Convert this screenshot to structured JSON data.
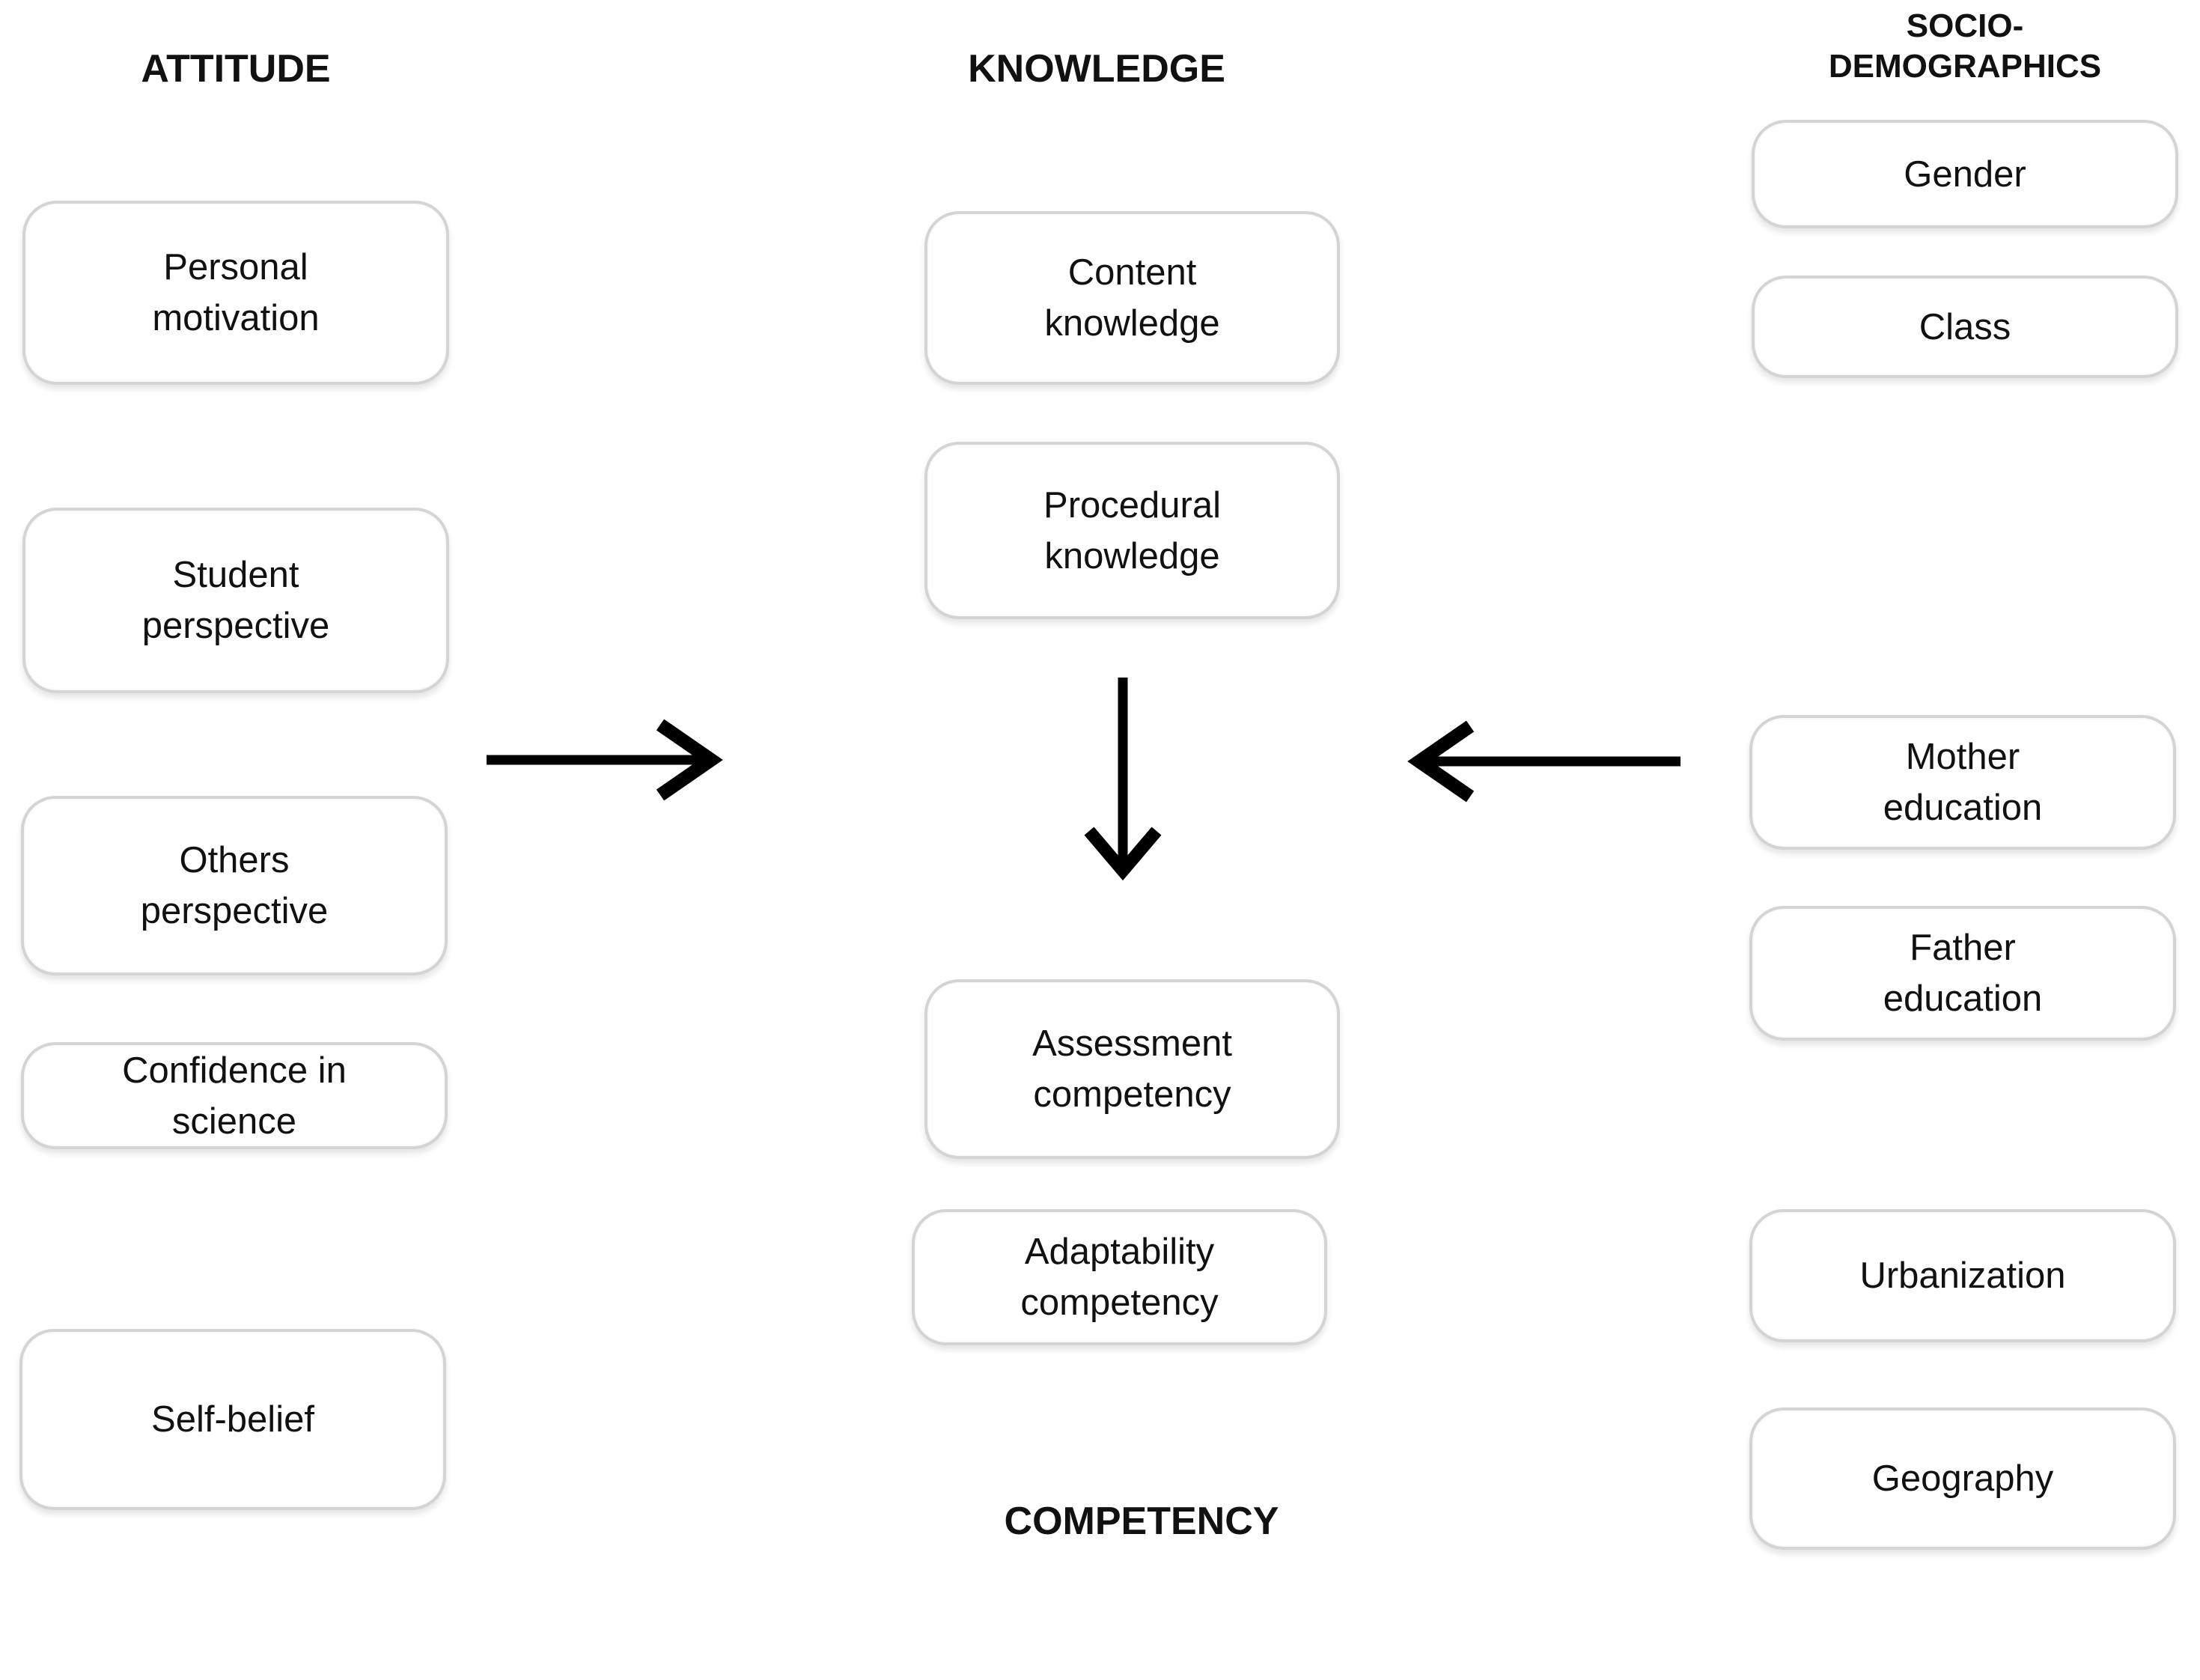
{
  "colors": {
    "background": "#ffffff",
    "box_border": "#d4d4d4",
    "text": "#111111",
    "arrow": "#000000"
  },
  "attitude": {
    "header": "ATTITUDE",
    "boxes": [
      "Personal\nmotivation",
      "Student\nperspective",
      "Others\nperspective",
      "Confidence in\nscience",
      "Self-belief"
    ]
  },
  "knowledge": {
    "header": "KNOWLEDGE",
    "boxes": [
      "Content\nknowledge",
      "Procedural\nknowledge"
    ]
  },
  "competency": {
    "header": "COMPETENCY",
    "boxes": [
      "Assessment\ncompetency",
      "Adaptability\ncompetency"
    ]
  },
  "socio_demographics": {
    "header": "SOCIO-\nDEMOGRAPHICS",
    "boxes": [
      "Gender",
      "Class",
      "Mother\neducation",
      "Father\neducation",
      "Urbanization",
      "Geography"
    ]
  },
  "arrows": [
    {
      "name": "attitude-to-knowledge",
      "direction": "right"
    },
    {
      "name": "sociodemographics-to-knowledge",
      "direction": "left"
    },
    {
      "name": "knowledge-to-competency",
      "direction": "down"
    }
  ]
}
